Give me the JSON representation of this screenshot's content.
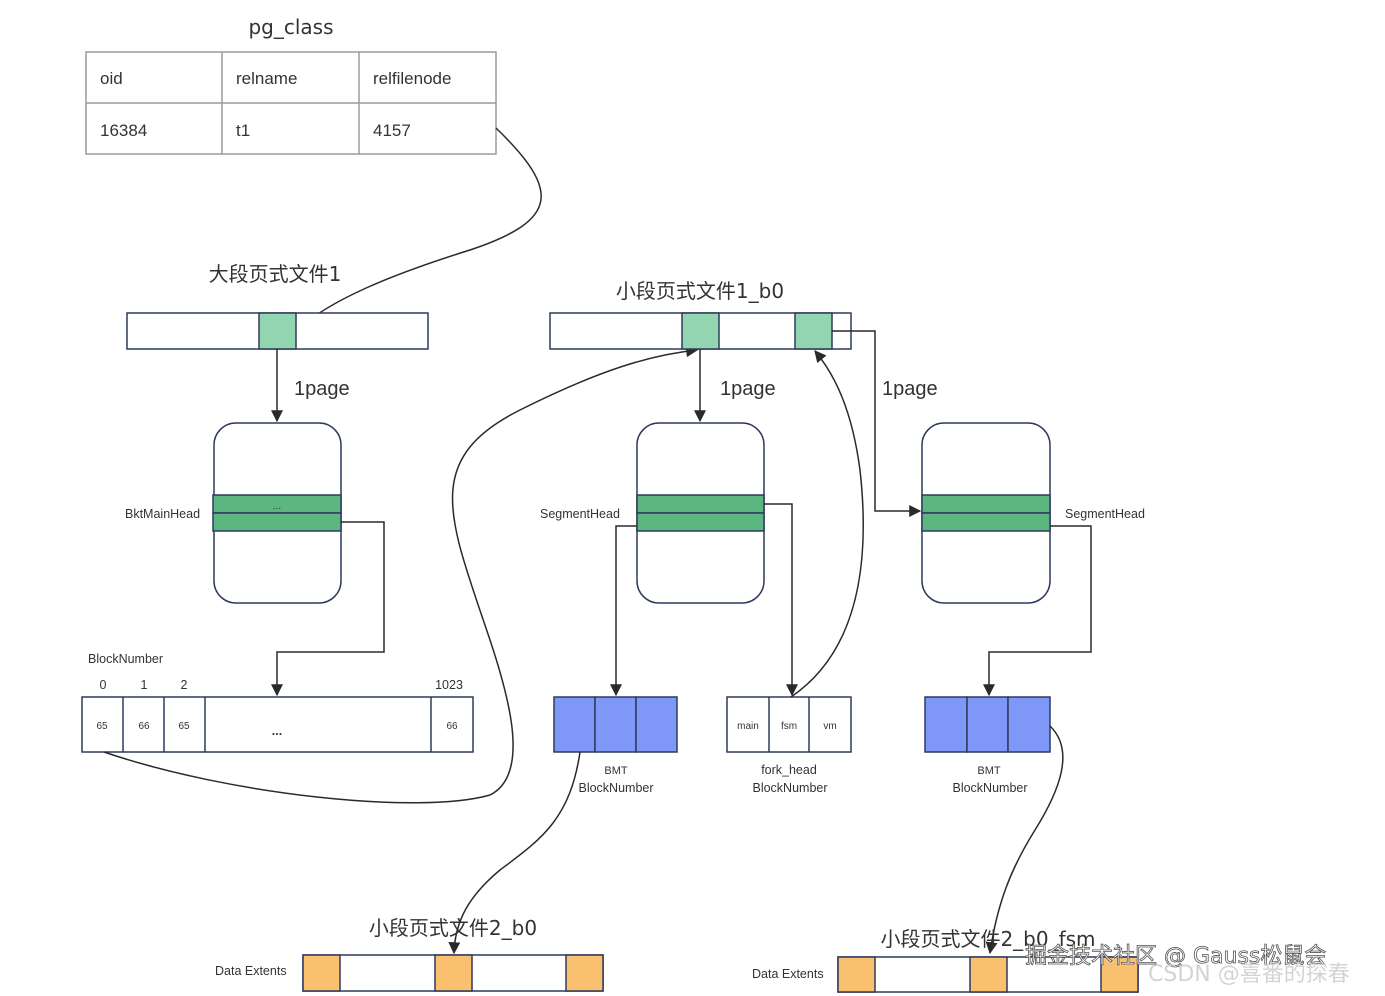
{
  "pg_class": {
    "title": "pg_class",
    "headers": [
      "oid",
      "relname",
      "relfilenode"
    ],
    "row": [
      "16384",
      "t1",
      "4157"
    ]
  },
  "files": {
    "big": "大段页式文件1",
    "small_b0": "小段页式文件1_b0",
    "small2_b0": "小段页式文件2_b0",
    "small2_b0_fsm": "小段页式文件2_b0_fsm"
  },
  "page_label": "1page",
  "labels": {
    "bkt_main_head": "BktMainHead",
    "bkt_ellipsis": "...",
    "segment_head": "SegmentHead",
    "block_number": "BlockNumber",
    "data_extents": "Data Extents",
    "bmt": "BMT",
    "fork_head": "fork_head"
  },
  "block_array": {
    "indices": [
      "0",
      "1",
      "2",
      "1023"
    ],
    "values": [
      "65",
      "66",
      "65",
      "...",
      "66"
    ]
  },
  "fork_cells": [
    "main",
    "fsm",
    "vm"
  ],
  "watermark": {
    "line1": "掘金技术社区 @ Gauss松鼠会",
    "line2": "CSDN @喜番的探春"
  },
  "colors": {
    "green": "#93d5b1",
    "dark_green": "#5bb680",
    "blue": "#7f97f7",
    "orange": "#f9c070",
    "border": "#2f3a5c"
  }
}
